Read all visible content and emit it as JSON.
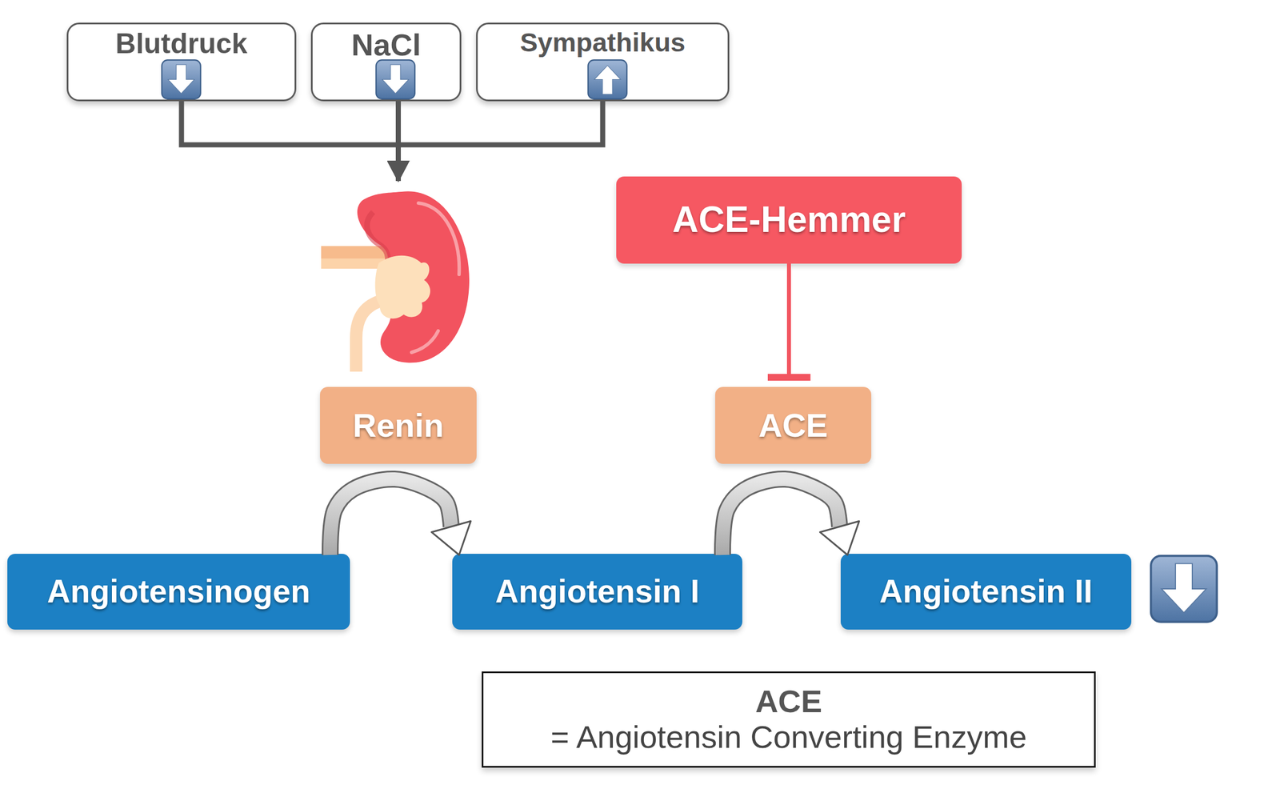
{
  "diagram": {
    "nodes": [
      {
        "text": [
          "Blutdruck"
        ]
      },
      {
        "text": [
          "NaCl"
        ]
      },
      {
        "text": [
          "Sympathikus"
        ]
      },
      {
        "text": [
          "ACE-Hemmer"
        ]
      },
      {
        "text": [
          "Renin"
        ]
      },
      {
        "text": [
          "ACE"
        ]
      },
      {
        "text": [
          "Angiotensinogen"
        ]
      },
      {
        "text": [
          "Angiotensin I"
        ]
      },
      {
        "text": [
          "Angiotensin II"
        ]
      },
      {
        "text": [
          "ACE",
          "= Angiotensin Converting Enzyme"
        ]
      }
    ],
    "edges": [
      {
        "from": 0,
        "to": 4,
        "arrow": "to"
      },
      {
        "from": 1,
        "to": 4,
        "arrow": "to"
      },
      {
        "from": 2,
        "to": 4,
        "arrow": "to"
      },
      {
        "from": 3,
        "to": 5,
        "arrow": "to"
      },
      {
        "from": 6,
        "to": 7,
        "arrow": "to"
      },
      {
        "from": 7,
        "to": 8,
        "arrow": "to"
      }
    ]
  }
}
